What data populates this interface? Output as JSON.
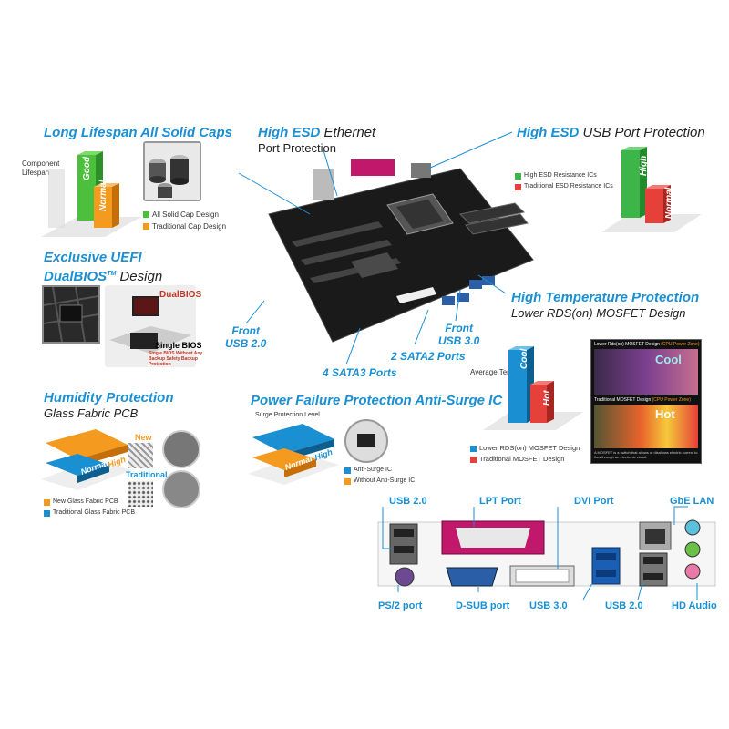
{
  "features": {
    "solid_caps": {
      "title": "Long Lifespan All Solid Caps",
      "y_label_line1": "Component",
      "y_label_line2": "Lifespan",
      "bar_good": "Good",
      "bar_normal": "Normal",
      "legend_solid": "All Solid Cap Design",
      "legend_traditional": "Traditional Cap Design"
    },
    "ethernet_esd": {
      "title_bold": "High ESD",
      "title_plain": "Ethernet",
      "line2": "Port Protection"
    },
    "usb_esd": {
      "title_bold": "High ESD",
      "title_plain": "USB Port Protection",
      "legend_high": "High ESD Resistance ICs",
      "legend_traditional": "Traditional ESD Resistance ICs",
      "bar_high": "High",
      "bar_normal": "Normal"
    },
    "uefi": {
      "line1": "Exclusive UEFI",
      "line2_bold": "DualBIOS",
      "tm": "TM",
      "line2_plain": "Design",
      "dual_label": "DualBIOS",
      "single_label": "Single BIOS",
      "single_note": "Single BIOS Without Any Backup Safety Backup Protection"
    },
    "temp": {
      "title": "High Temperature Protection",
      "sub": "Lower RDS(on) MOSFET Design",
      "y_label": "Average Temp.",
      "bar_cool": "Cool",
      "bar_hot": "Hot",
      "legend_lower": "Lower RDS(on) MOSFET Design",
      "legend_traditional": "Traditional MOSFET Design",
      "thermal_top": "Lower Rds(on) MOSFET Design",
      "thermal_top_zone": "(CPU Power Zone)",
      "thermal_cool": "Cool",
      "thermal_bottom": "Traditional MOSFET Design",
      "thermal_bottom_zone": "(CPU Power Zone)",
      "thermal_hot": "Hot",
      "caption": "A MOSFET is a switch that allows or disallows electric current to flow through an electronic circuit."
    },
    "humidity": {
      "title": "Humidity Protection",
      "sub": "Glass Fabric PCB",
      "bar_high": "High",
      "bar_normal": "Normal",
      "tag_new": "New",
      "tag_traditional": "Traditional",
      "legend_new": "New Glass Fabric PCB",
      "legend_traditional": "Traditional Glass Fabric PCB"
    },
    "surge": {
      "title": "Power Failure Protection Anti-Surge IC",
      "level_label": "Surge Protection Level",
      "bar_high": "High",
      "bar_normal": "Normal",
      "legend_anti": "Anti-Surge IC",
      "legend_without": "Without Anti-Surge IC"
    }
  },
  "board_callouts": {
    "front_usb2_line1": "Front",
    "front_usb2_line2": "USB 2.0",
    "front_usb3_line1": "Front",
    "front_usb3_line2": "USB 3.0",
    "sata2": "2 SATA2 Ports",
    "sata3": "4  SATA3 Ports"
  },
  "io_panel": {
    "usb20_top": "USB 2.0",
    "lpt": "LPT Port",
    "dvi": "DVI Port",
    "gbe": "GbE LAN",
    "ps2": "PS/2 port",
    "dsub": "D-SUB port",
    "usb30": "USB 3.0",
    "usb20_bottom": "USB 2.0",
    "hd_audio": "HD Audio"
  },
  "colors": {
    "accent": "#1a8fd1",
    "good_green": "#4cbf3c",
    "normal_orange": "#f39a1f",
    "high_green": "#3db548",
    "normal_red": "#e5403a",
    "pcb_black": "#1a1a1a",
    "lpt_pink": "#c2186b"
  }
}
